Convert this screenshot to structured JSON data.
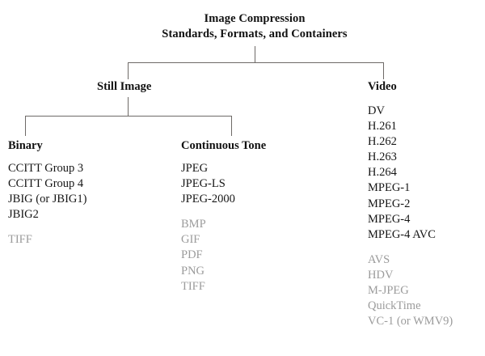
{
  "diagram": {
    "type": "tree",
    "title": {
      "line1": "Image Compression",
      "line2": "Standards, Formats, and Containers"
    },
    "branches": {
      "still_image": {
        "label": "Still Image"
      },
      "video": {
        "label": "Video"
      }
    },
    "columns": {
      "binary": {
        "heading": "Binary",
        "primary": [
          "CCITT Group 3",
          "CCITT Group 4",
          "JBIG (or JBIG1)",
          "JBIG2"
        ],
        "secondary": [
          "TIFF"
        ]
      },
      "continuous_tone": {
        "heading": "Continuous Tone",
        "primary": [
          "JPEG",
          "JPEG-LS",
          "JPEG-2000"
        ],
        "secondary": [
          "BMP",
          "GIF",
          "PDF",
          "PNG",
          "TIFF"
        ]
      },
      "video": {
        "heading": "Video",
        "primary": [
          "DV",
          "H.261",
          "H.262",
          "H.263",
          "H.264",
          "MPEG-1",
          "MPEG-2",
          "MPEG-4",
          "MPEG-4 AVC"
        ],
        "secondary": [
          "AVS",
          "HDV",
          "M-JPEG",
          "QuickTime",
          "VC-1 (or WMV9)"
        ]
      }
    },
    "colors": {
      "background": "#ffffff",
      "text_primary": "#161616",
      "text_secondary": "#9b9b9b",
      "connector": "#6e6a67"
    }
  }
}
